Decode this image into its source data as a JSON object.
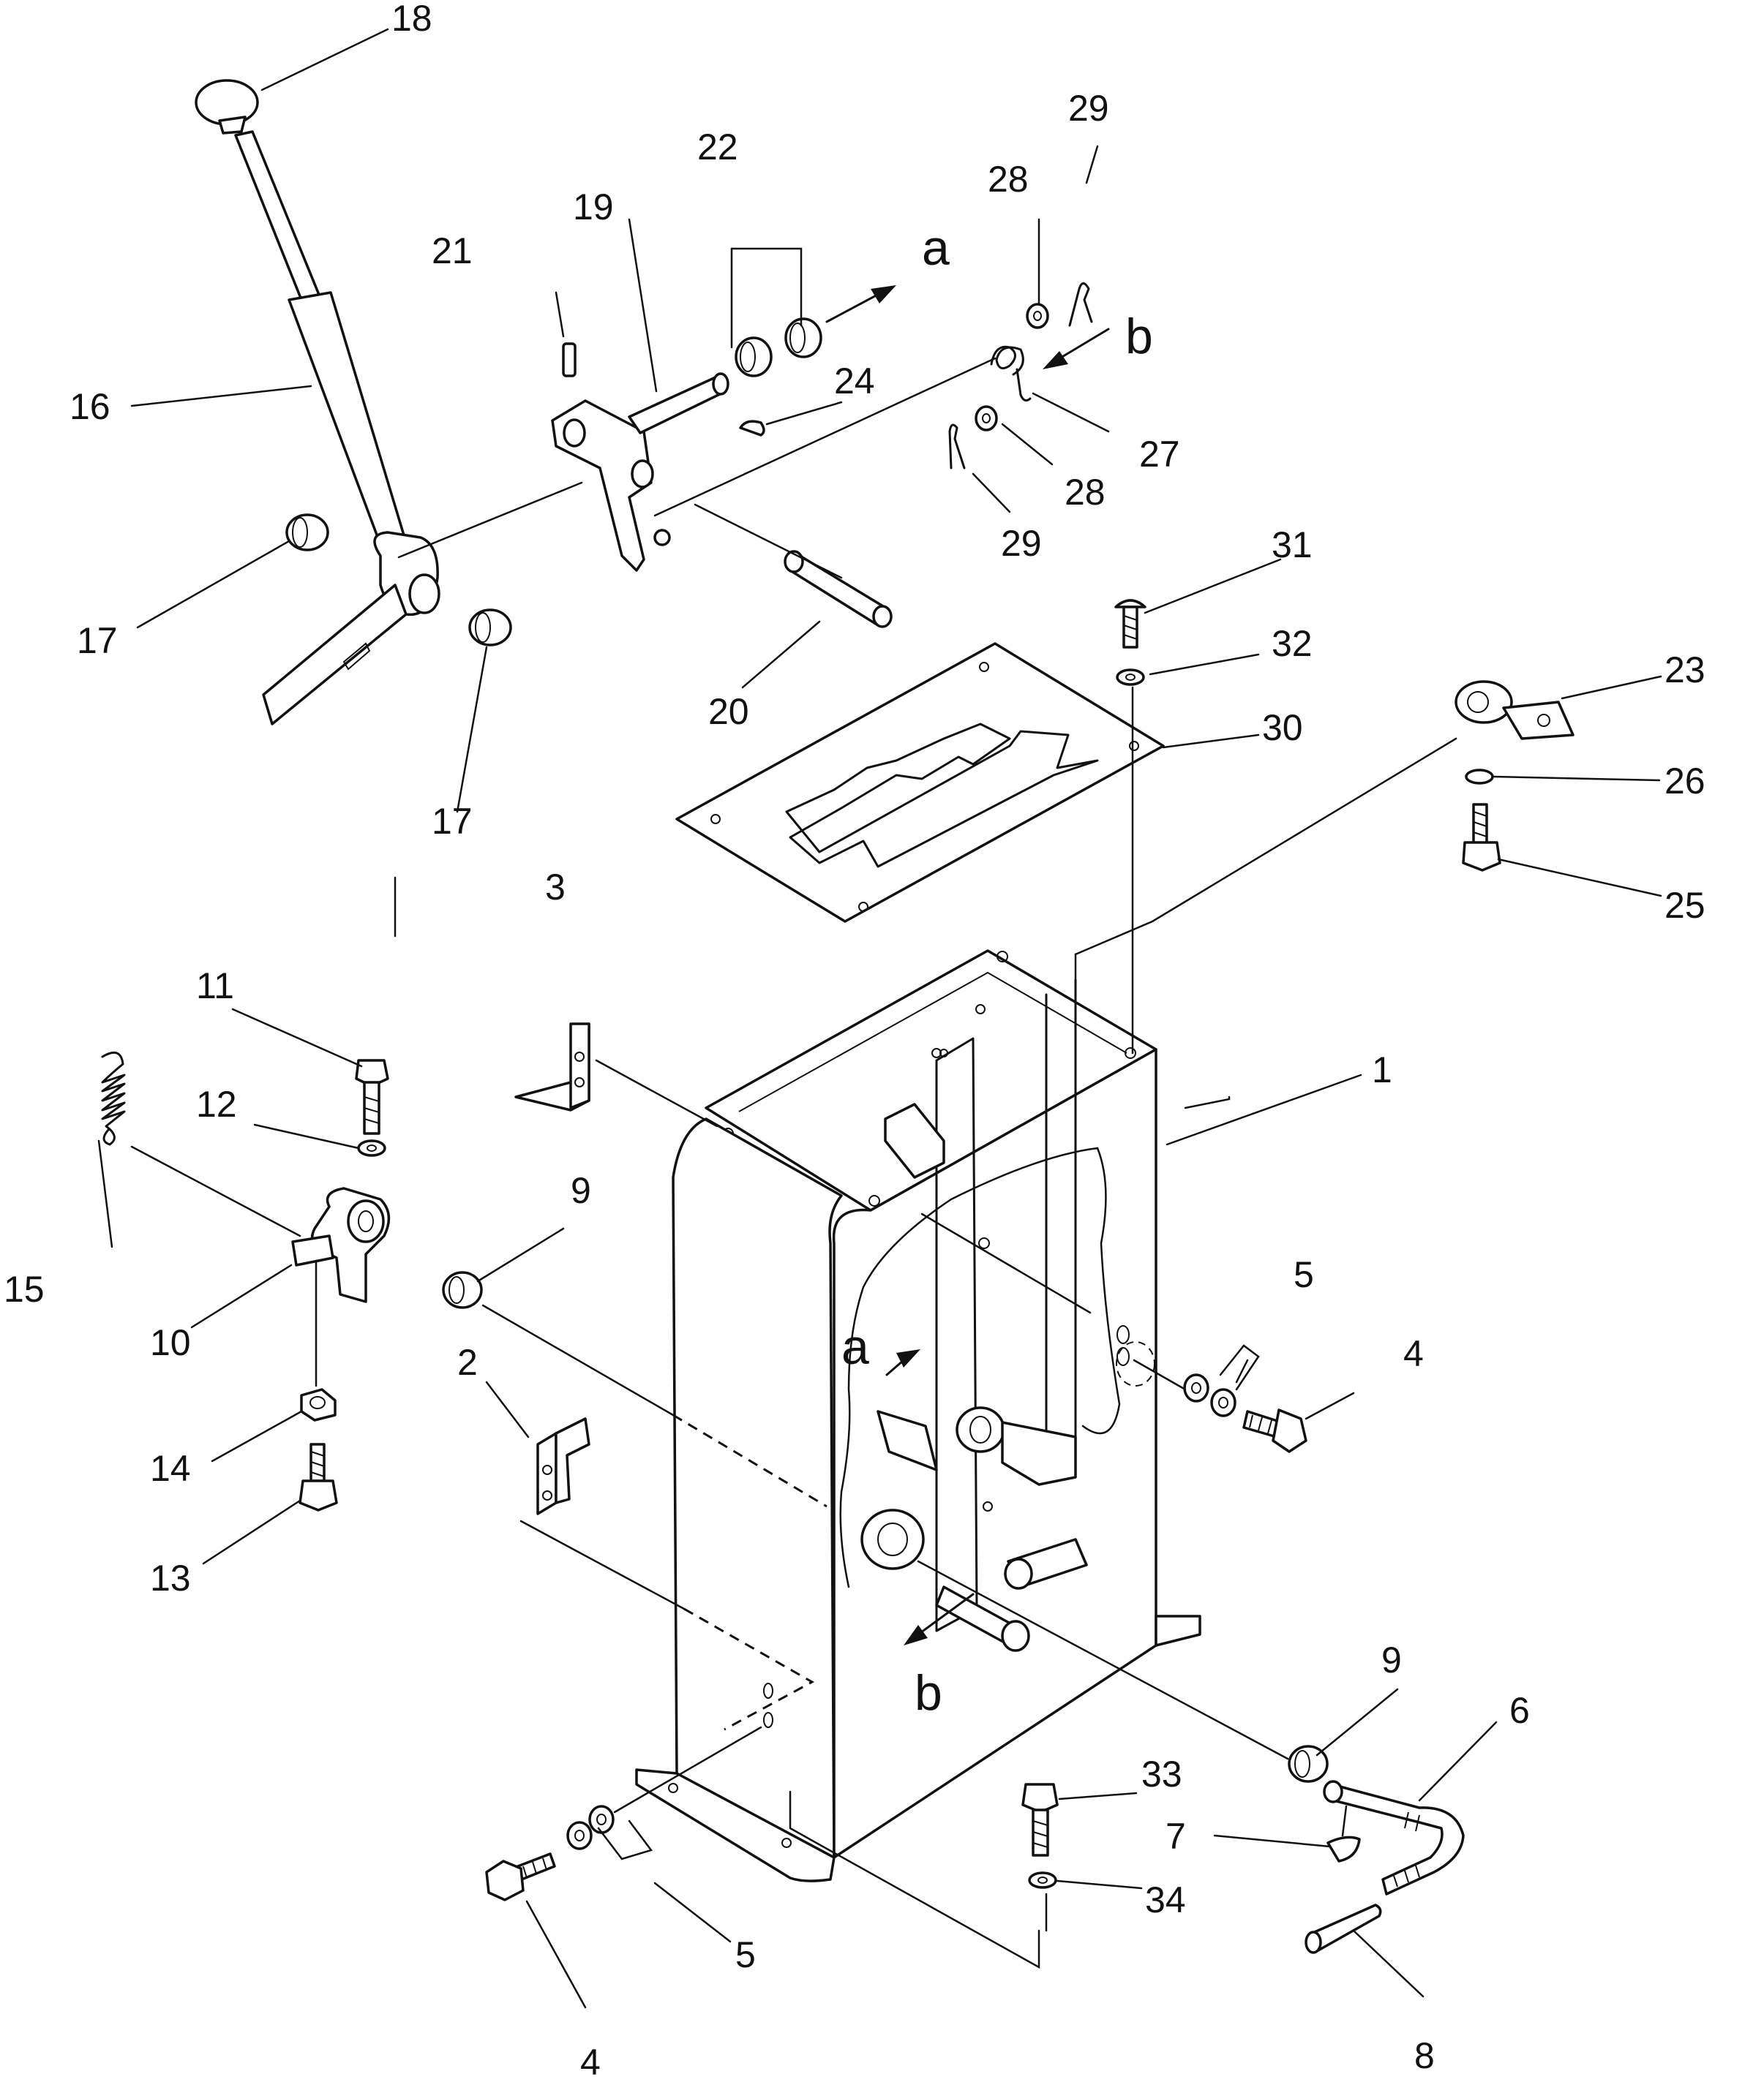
{
  "part_labels": {
    "p1": "1",
    "p2": "2",
    "p3": "3",
    "p4a": "4",
    "p4b": "4",
    "p5a": "5",
    "p5b": "5",
    "p6": "6",
    "p7": "7",
    "p8": "8",
    "p9a": "9",
    "p9b": "9",
    "p10": "10",
    "p11": "11",
    "p12": "12",
    "p13": "13",
    "p14": "14",
    "p15": "15",
    "p16": "16",
    "p17a": "17",
    "p17b": "17",
    "p18": "18",
    "p19": "19",
    "p20": "20",
    "p21": "21",
    "p22": "22",
    "p23": "23",
    "p24": "24",
    "p25": "25",
    "p26": "26",
    "p27": "27",
    "p28a": "28",
    "p28b": "28",
    "p29a": "29",
    "p29b": "29",
    "p30": "30",
    "p31": "31",
    "p32": "32",
    "p33": "33",
    "p34": "34"
  },
  "view_markers": {
    "a_top": "a",
    "b_top": "b",
    "a_body": "a",
    "b_body": "b"
  }
}
